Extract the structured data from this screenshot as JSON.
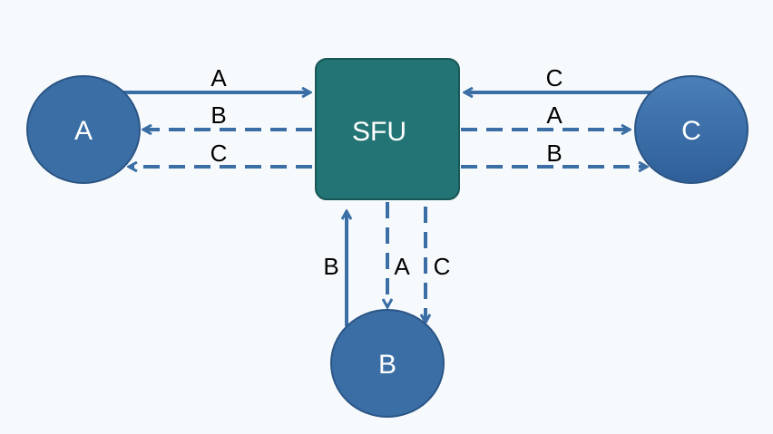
{
  "diagram": {
    "nodes": {
      "a": {
        "label": "A"
      },
      "b": {
        "label": "B"
      },
      "c": {
        "label": "C"
      },
      "sfu": {
        "label": "SFU"
      }
    },
    "edges": [
      {
        "from": "A",
        "to": "SFU",
        "label": "A",
        "style": "solid"
      },
      {
        "from": "SFU",
        "to": "A",
        "label": "B",
        "style": "dashed"
      },
      {
        "from": "SFU",
        "to": "A",
        "label": "C",
        "style": "dashed"
      },
      {
        "from": "C",
        "to": "SFU",
        "label": "C",
        "style": "solid"
      },
      {
        "from": "SFU",
        "to": "C",
        "label": "A",
        "style": "dashed"
      },
      {
        "from": "SFU",
        "to": "C",
        "label": "B",
        "style": "dashed"
      },
      {
        "from": "B",
        "to": "SFU",
        "label": "B",
        "style": "solid"
      },
      {
        "from": "SFU",
        "to": "B",
        "label": "A",
        "style": "dashed"
      },
      {
        "from": "SFU",
        "to": "B",
        "label": "C",
        "style": "dashed"
      }
    ],
    "colors": {
      "arrow": "#3a6ea5",
      "client_node": "#3a6ea5",
      "sfu_node": "#237474",
      "background": "#f7fafc"
    }
  }
}
